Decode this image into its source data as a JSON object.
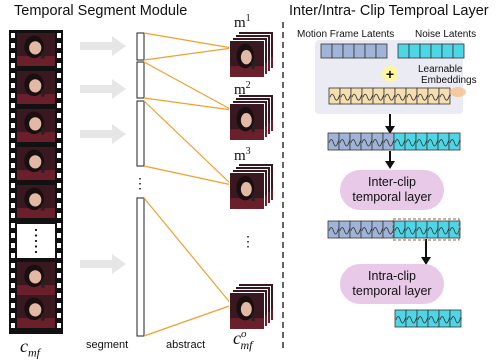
{
  "left": {
    "title": "Temporal Segment Module",
    "film_label_main": "c",
    "film_label_sub": "mf",
    "segment_label": "segment",
    "abstract_label": "abstract",
    "motion_label_main": "c",
    "motion_label_sup": "o",
    "motion_label_sub": "mf",
    "m_labels": [
      {
        "base": "m",
        "sup": "1"
      },
      {
        "base": "m",
        "sup": "2"
      },
      {
        "base": "m",
        "sup": "3"
      }
    ],
    "vertical_dots": "⋮"
  },
  "right": {
    "title": "Inter/Intra- Clip Temproal Layer",
    "motion_latents_label": "Motion Frame Latents",
    "noise_latents_label": "Noise Latents",
    "plus": "+",
    "learnable_label_1": "Learnable",
    "learnable_label_2": "Embeddings",
    "inter_clip_line1": "Inter-clip",
    "inter_clip_line2": "temporal layer",
    "intra_clip_line1": "Intra-clip",
    "intra_clip_line2": "temporal layer"
  },
  "colors": {
    "motion_latent": "#9fb4d6",
    "noise_latent": "#4fd6e6",
    "embedding": "#f5deb0",
    "pill": "#e8c9e8",
    "connector": "#f0a030",
    "panel": "#ebebf3"
  }
}
